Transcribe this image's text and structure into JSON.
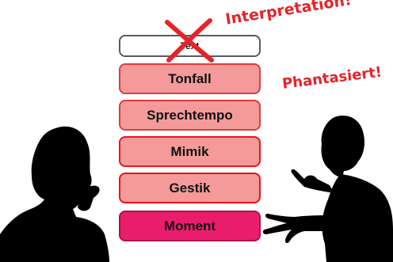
{
  "stack": {
    "text_label": "Text",
    "items": [
      {
        "label": "Tonfall"
      },
      {
        "label": "Sprechtempo"
      },
      {
        "label": "Mimik"
      },
      {
        "label": "Gestik"
      }
    ],
    "bottom_label": "Moment"
  },
  "annotations": {
    "interpretation": "Interpretation!",
    "phantasiert": "Phantasiert!"
  },
  "colors": {
    "pink_fill": "#f59a9a",
    "pink_border": "#e23b3b",
    "moment_fill": "#ea1d6d",
    "cross": "#e5232a",
    "annotation": "#e5232a",
    "silhouette": "#000000"
  },
  "icons": [
    "cross-out-icon",
    "woman-silhouette",
    "man-silhouette"
  ]
}
